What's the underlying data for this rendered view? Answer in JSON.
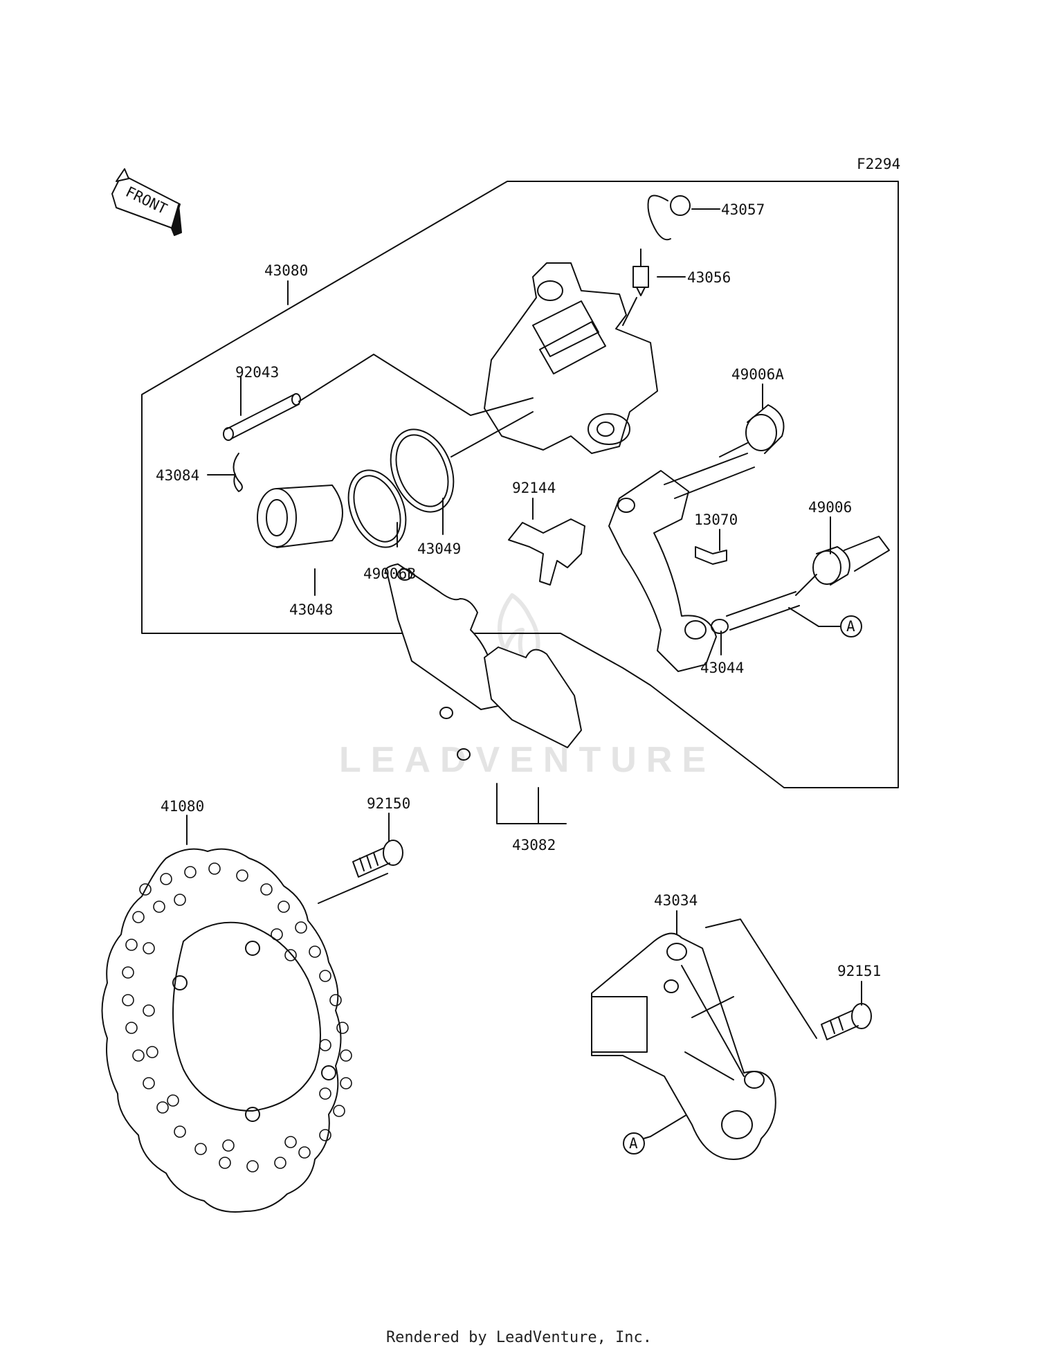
{
  "diagram_id": "F2294",
  "front_label": "FRONT",
  "watermark": "LEADVENTURE",
  "footer": "Rendered by LeadVenture, Inc.",
  "part_labels": {
    "p43057": "43057",
    "p43056": "43056",
    "p43080": "43080",
    "p92043": "92043",
    "p49006A": "49006A",
    "p43084": "43084",
    "p92144": "92144",
    "p13070": "13070",
    "p49006": "49006",
    "p43049": "43049",
    "p49006B": "49006B",
    "p43048": "43048",
    "p43044": "43044",
    "p41080": "41080",
    "p92150": "92150",
    "p43082": "43082",
    "p43034": "43034",
    "p92151": "92151"
  },
  "ref_markers": {
    "ref_a_upper": "A",
    "ref_a_lower": "A"
  }
}
